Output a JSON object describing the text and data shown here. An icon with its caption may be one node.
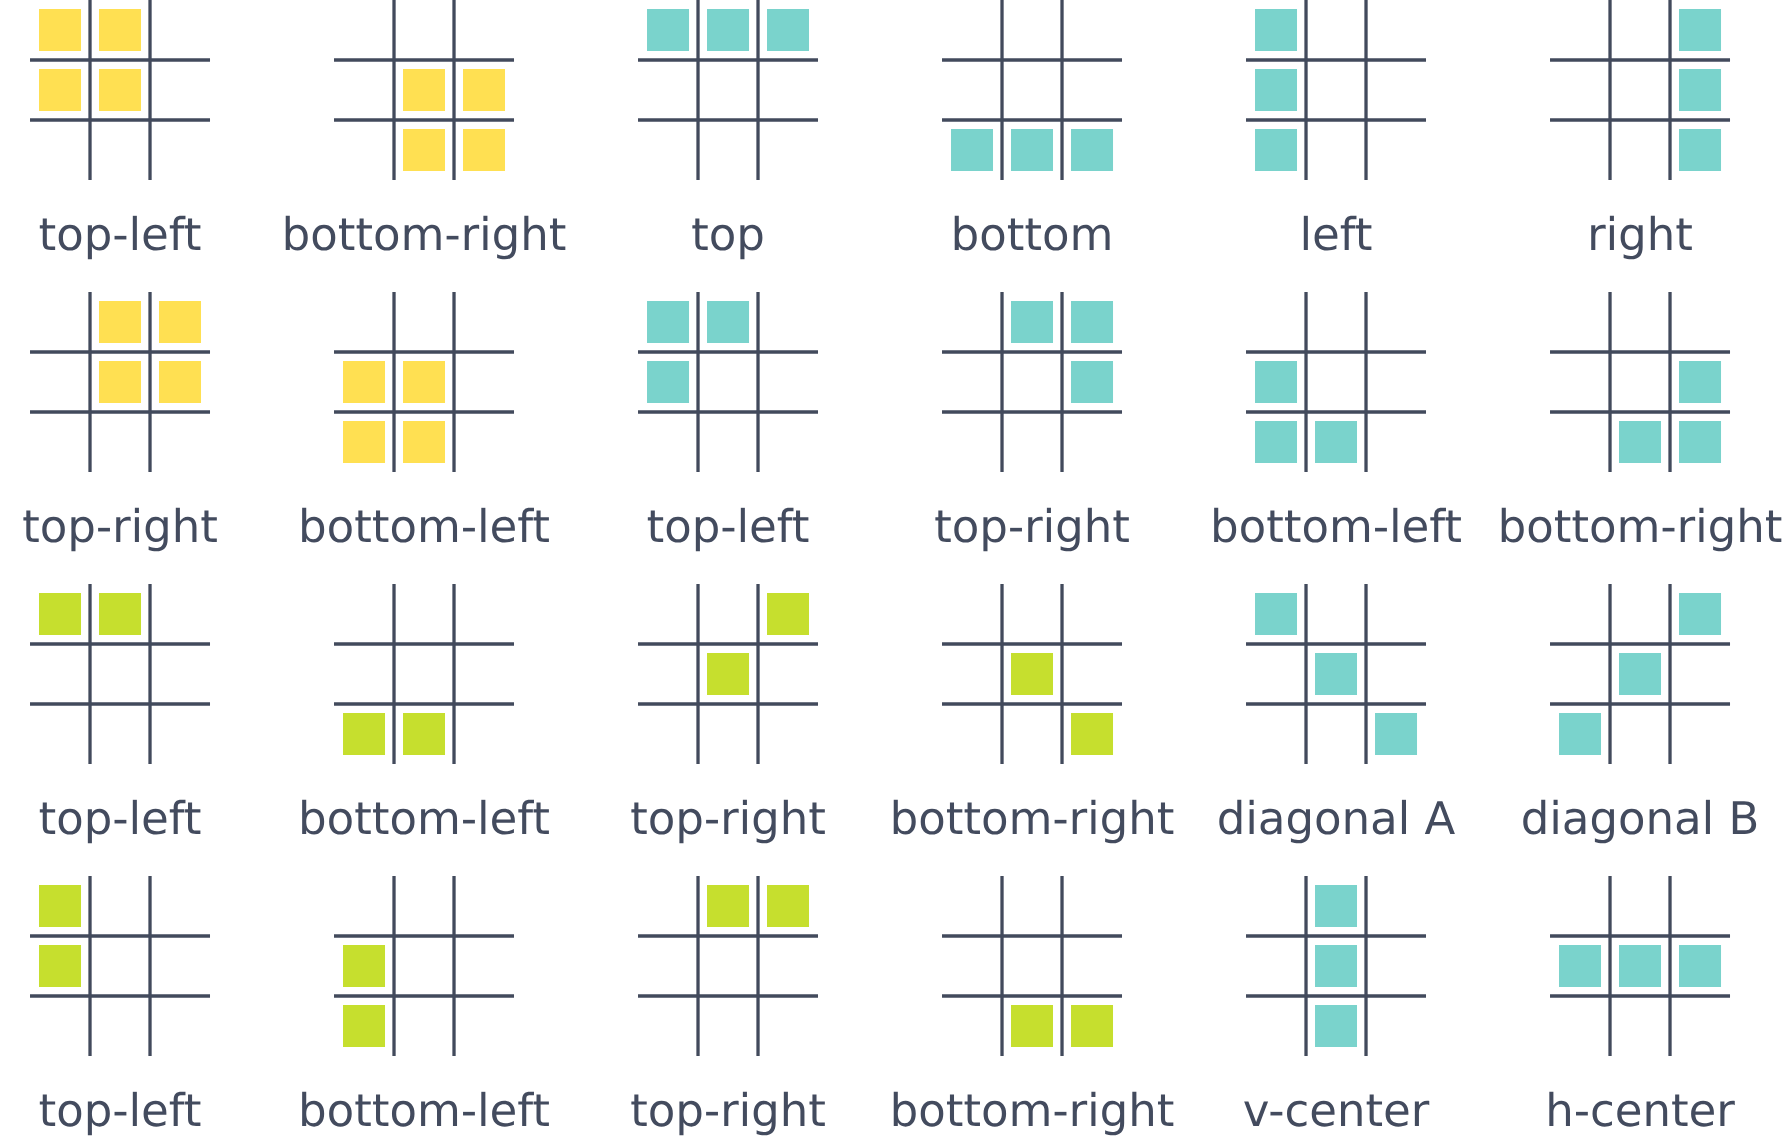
{
  "diagram": {
    "labels": [
      "top-left",
      "bottom-right",
      "top",
      "bottom",
      "left",
      "right",
      "top-right",
      "bottom-left",
      "top-left",
      "top-right",
      "bottom-left",
      "bottom-right",
      "top-left",
      "bottom-left",
      "top-right",
      "bottom-right",
      "diagonal A",
      "diagonal B",
      "top-left",
      "bottom-left",
      "top-right",
      "bottom-right",
      "v-center",
      "h-center"
    ]
  }
}
